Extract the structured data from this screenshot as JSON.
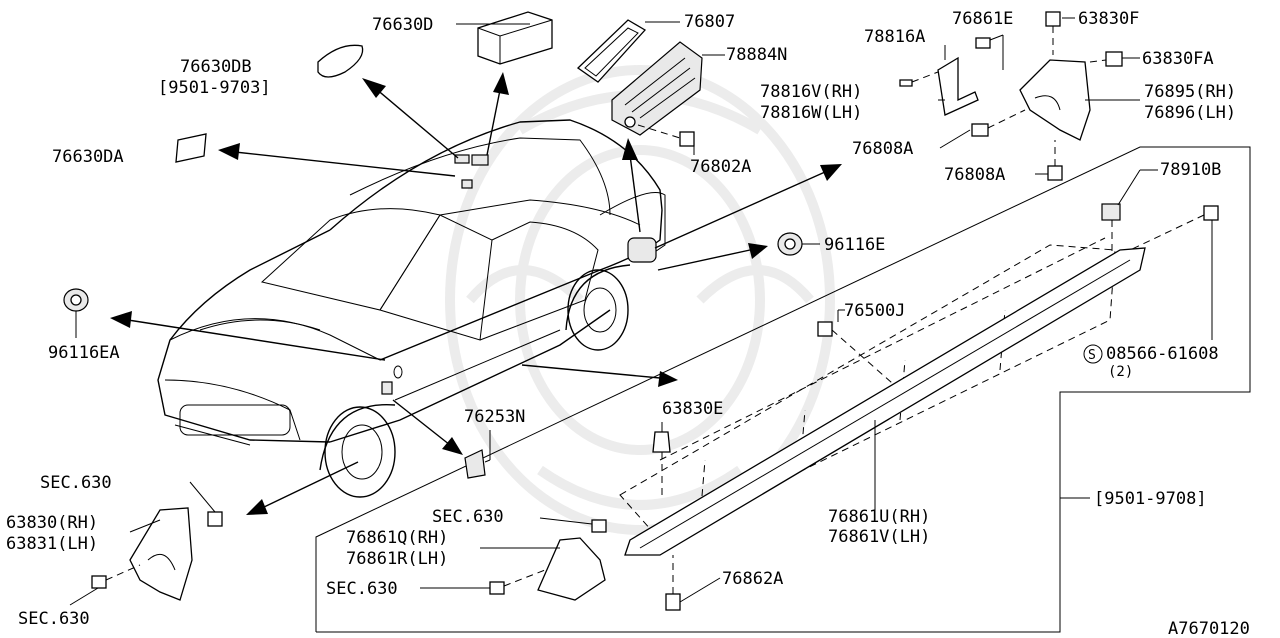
{
  "diagram": {
    "parts": {
      "p76630D": "76630D",
      "p76630DB": "76630DB",
      "p76630DB_range": "[9501-9703]",
      "p76630DA": "76630DA",
      "p76807": "76807",
      "p78884N": "78884N",
      "p76802A": "76802A",
      "p78816A": "78816A",
      "p78816V": "78816V(RH)",
      "p78816W": "78816W(LH)",
      "p76861E": "76861E",
      "p63830F": "63830F",
      "p63830FA": "63830FA",
      "p76895": "76895(RH)",
      "p76896": "76896(LH)",
      "p76808A_1": "76808A",
      "p76808A_2": "76808A",
      "p78910B": "78910B",
      "p96116E": "96116E",
      "p96116EA": "96116EA",
      "p76500J": "76500J",
      "p08566_S": "S",
      "p08566": "08566-61608",
      "p08566_qty": "(2)",
      "p76253N": "76253N",
      "p63830E": "63830E",
      "range_9501_9708": "[9501-9708]",
      "sec630_1": "SEC.630",
      "p63830": "63830(RH)",
      "p63831": "63831(LH)",
      "sec630_2": "SEC.630",
      "sec630_3": "SEC.630",
      "p76861Q": "76861Q(RH)",
      "p76861R": "76861R(LH)",
      "sec630_4": "SEC.630",
      "p76861U": "76861U(RH)",
      "p76861V": "76861V(LH)",
      "p76862A": "76862A",
      "diagram_code": "A7670120"
    }
  }
}
